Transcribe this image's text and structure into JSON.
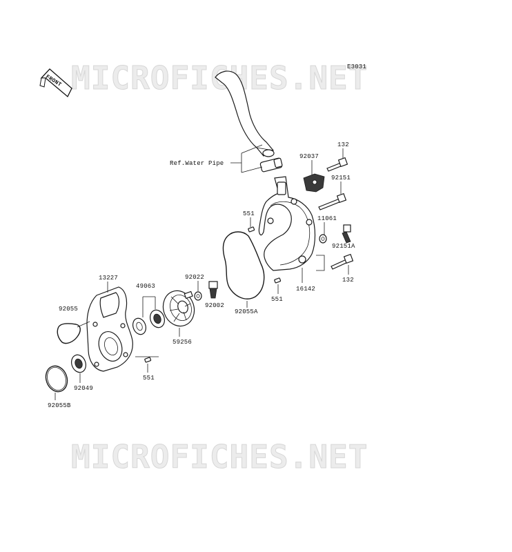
{
  "diagram_code": "E3031",
  "watermark_top": "MICROFICHES.NET",
  "watermark_bottom": "MICROFICHES.NET",
  "front_tag": "FRONT",
  "labels": {
    "ref_water_pipe": "Ref.Water Pipe",
    "p92037": "92037",
    "p132_top": "132",
    "p92151": "92151",
    "p551_top": "551",
    "p11061": "11061",
    "p92151A": "92151A",
    "p132_bottom": "132",
    "p16142": "16142",
    "p551_mid": "551",
    "p92022": "92022",
    "p92002": "92002",
    "p92055A": "92055A",
    "p13227": "13227",
    "p49063": "49063",
    "p92055": "92055",
    "p59256": "59256",
    "p551_low": "551",
    "p92049": "92049",
    "p92055B": "92055B"
  }
}
